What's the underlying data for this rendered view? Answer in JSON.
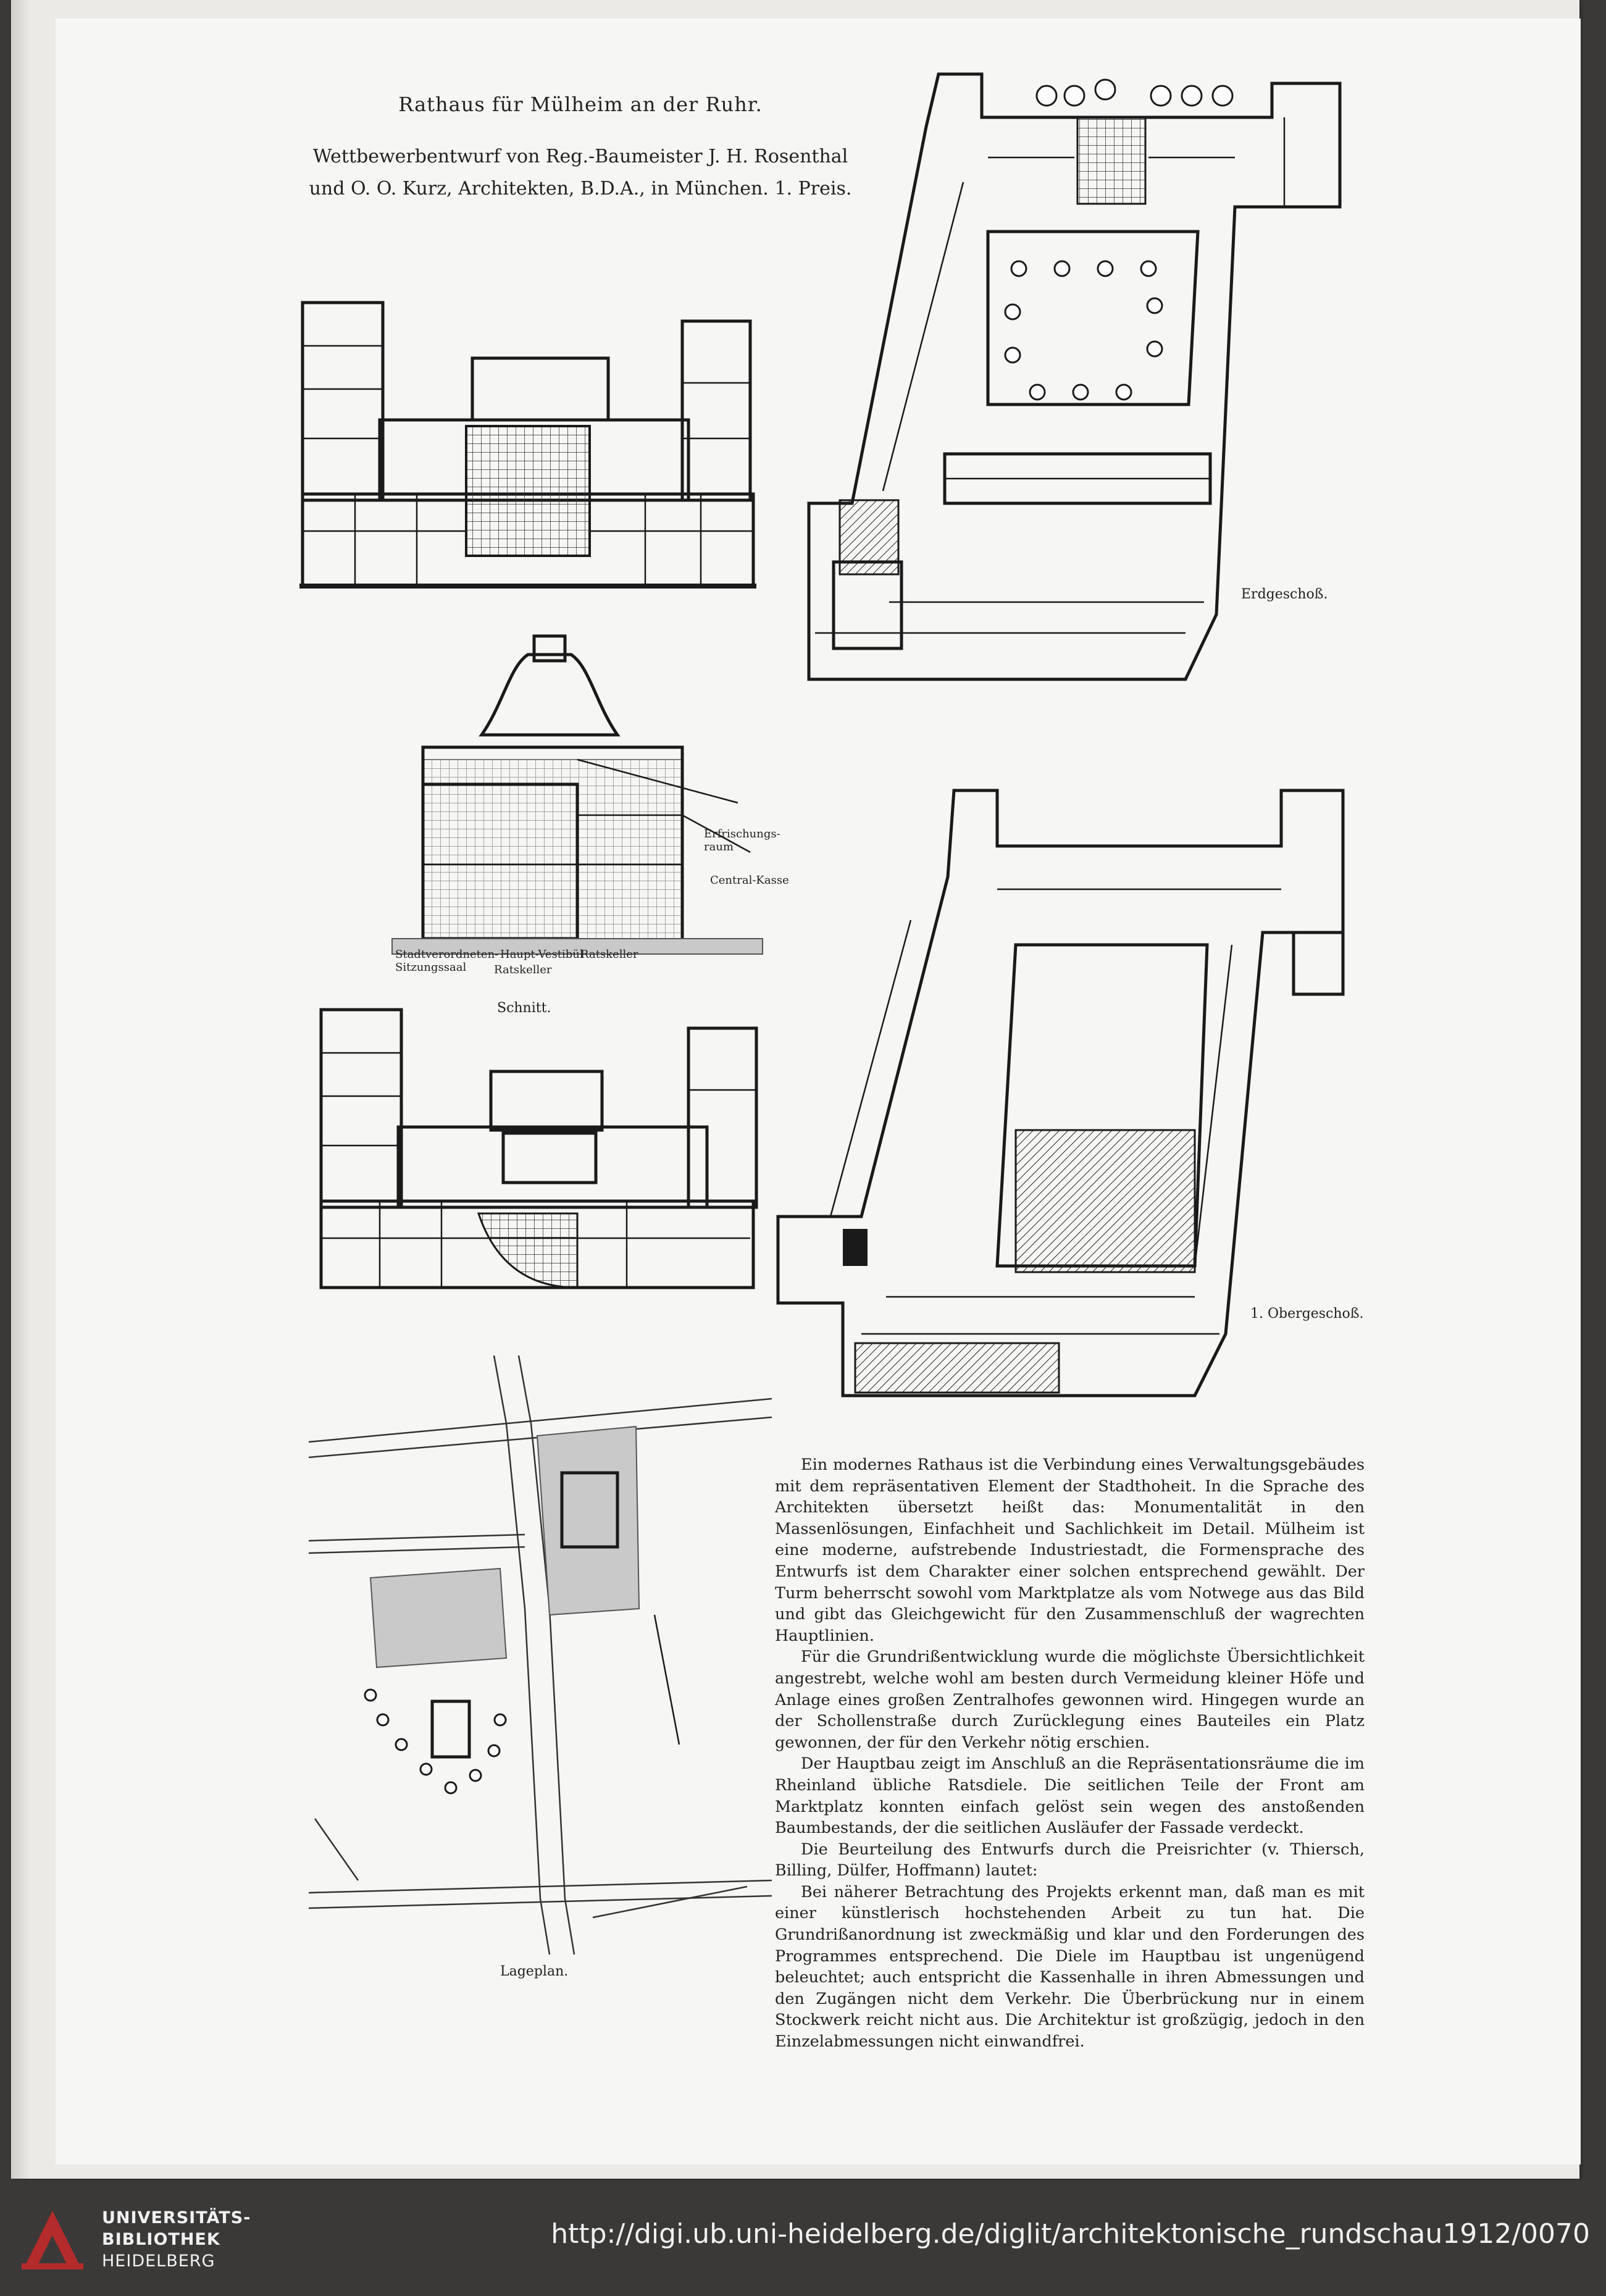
{
  "title": {
    "line1": "Rathaus für Mülheim an der Ruhr.",
    "line2": "Wettbewerbentwurf von Reg.-Baumeister J. H. Rosenthal",
    "line3": "und O. O. Kurz, Architekten, B.D.A., in München. 1. Preis."
  },
  "captions": {
    "erdgeschoss": "Erdgeschoß.",
    "schnitt": "Schnitt.",
    "obergeschoss": "1. Obergeschoß.",
    "lageplan": "Lageplan."
  },
  "section_labels": {
    "left": "Stadtverordneten-Sitzungssaal",
    "mid": "Haupt-Vestibül",
    "mid2": "Ratskeller",
    "right": "Ratskeller",
    "top": "Erfrischungs-raum",
    "side": "Central-Kasse"
  },
  "body_text": [
    "Ein modernes Rathaus ist die Verbindung eines Verwaltungsgebäudes mit dem repräsentativen Element der Stadthoheit. In die Sprache des Architekten übersetzt heißt das: Monumentalität in den Massenlösungen, Einfachheit und Sachlichkeit im Detail. Mülheim ist eine moderne, aufstrebende Industriestadt, die Formensprache des Entwurfs ist dem Charakter einer solchen entsprechend gewählt. Der Turm beherrscht sowohl vom Marktplatze als vom Notwege aus das Bild und gibt das Gleichgewicht für den Zusammenschluß der wagrechten Hauptlinien.",
    "Für die Grundrißentwicklung wurde die möglichste Übersichtlichkeit angestrebt, welche wohl am besten durch Vermeidung kleiner Höfe und Anlage eines großen Zentralhofes gewonnen wird. Hingegen wurde an der Schollenstraße durch Zurücklegung eines Bauteiles ein Platz gewonnen, der für den Verkehr nötig erschien.",
    "Der Hauptbau zeigt im Anschluß an die Repräsentationsräume die im Rheinland übliche Ratsdiele. Die seitlichen Teile der Front am Marktplatz konnten einfach gelöst sein wegen des anstoßenden Baumbestands, der die seitlichen Ausläufer der Fassade verdeckt.",
    "Die Beurteilung des Entwurfs durch die Preisrichter (v. Thiersch, Billing, Dülfer, Hoffmann) lautet:",
    "Bei näherer Betrachtung des Projekts erkennt man, daß man es mit einer künstlerisch hochstehenden Arbeit zu tun hat. Die Grundrißanordnung ist zweckmäßig und klar und den Forderungen des Programmes entsprechend. Die Diele im Hauptbau ist ungenügend beleuchtet; auch entspricht die Kassenhalle in ihren Abmessungen und den Zugängen nicht dem Verkehr. Die Überbrückung nur in einem Stockwerk reicht nicht aus. Die Architektur ist großzügig, jedoch in den Einzelabmessungen nicht einwandfrei."
  ],
  "footer": {
    "institution_line1": "UNIVERSITÄTS-",
    "institution_line2": "BIBLIOTHEK",
    "institution_line3": "HEIDELBERG",
    "url": "http://digi.ub.uni-heidelberg.de/diglit/architektonische_rundschau1912/0070"
  },
  "colors": {
    "paper": "#f6f6f4",
    "ink": "#1a1a1a",
    "footer_bg": "#3a3938",
    "footer_text": "#f1f1f1"
  }
}
